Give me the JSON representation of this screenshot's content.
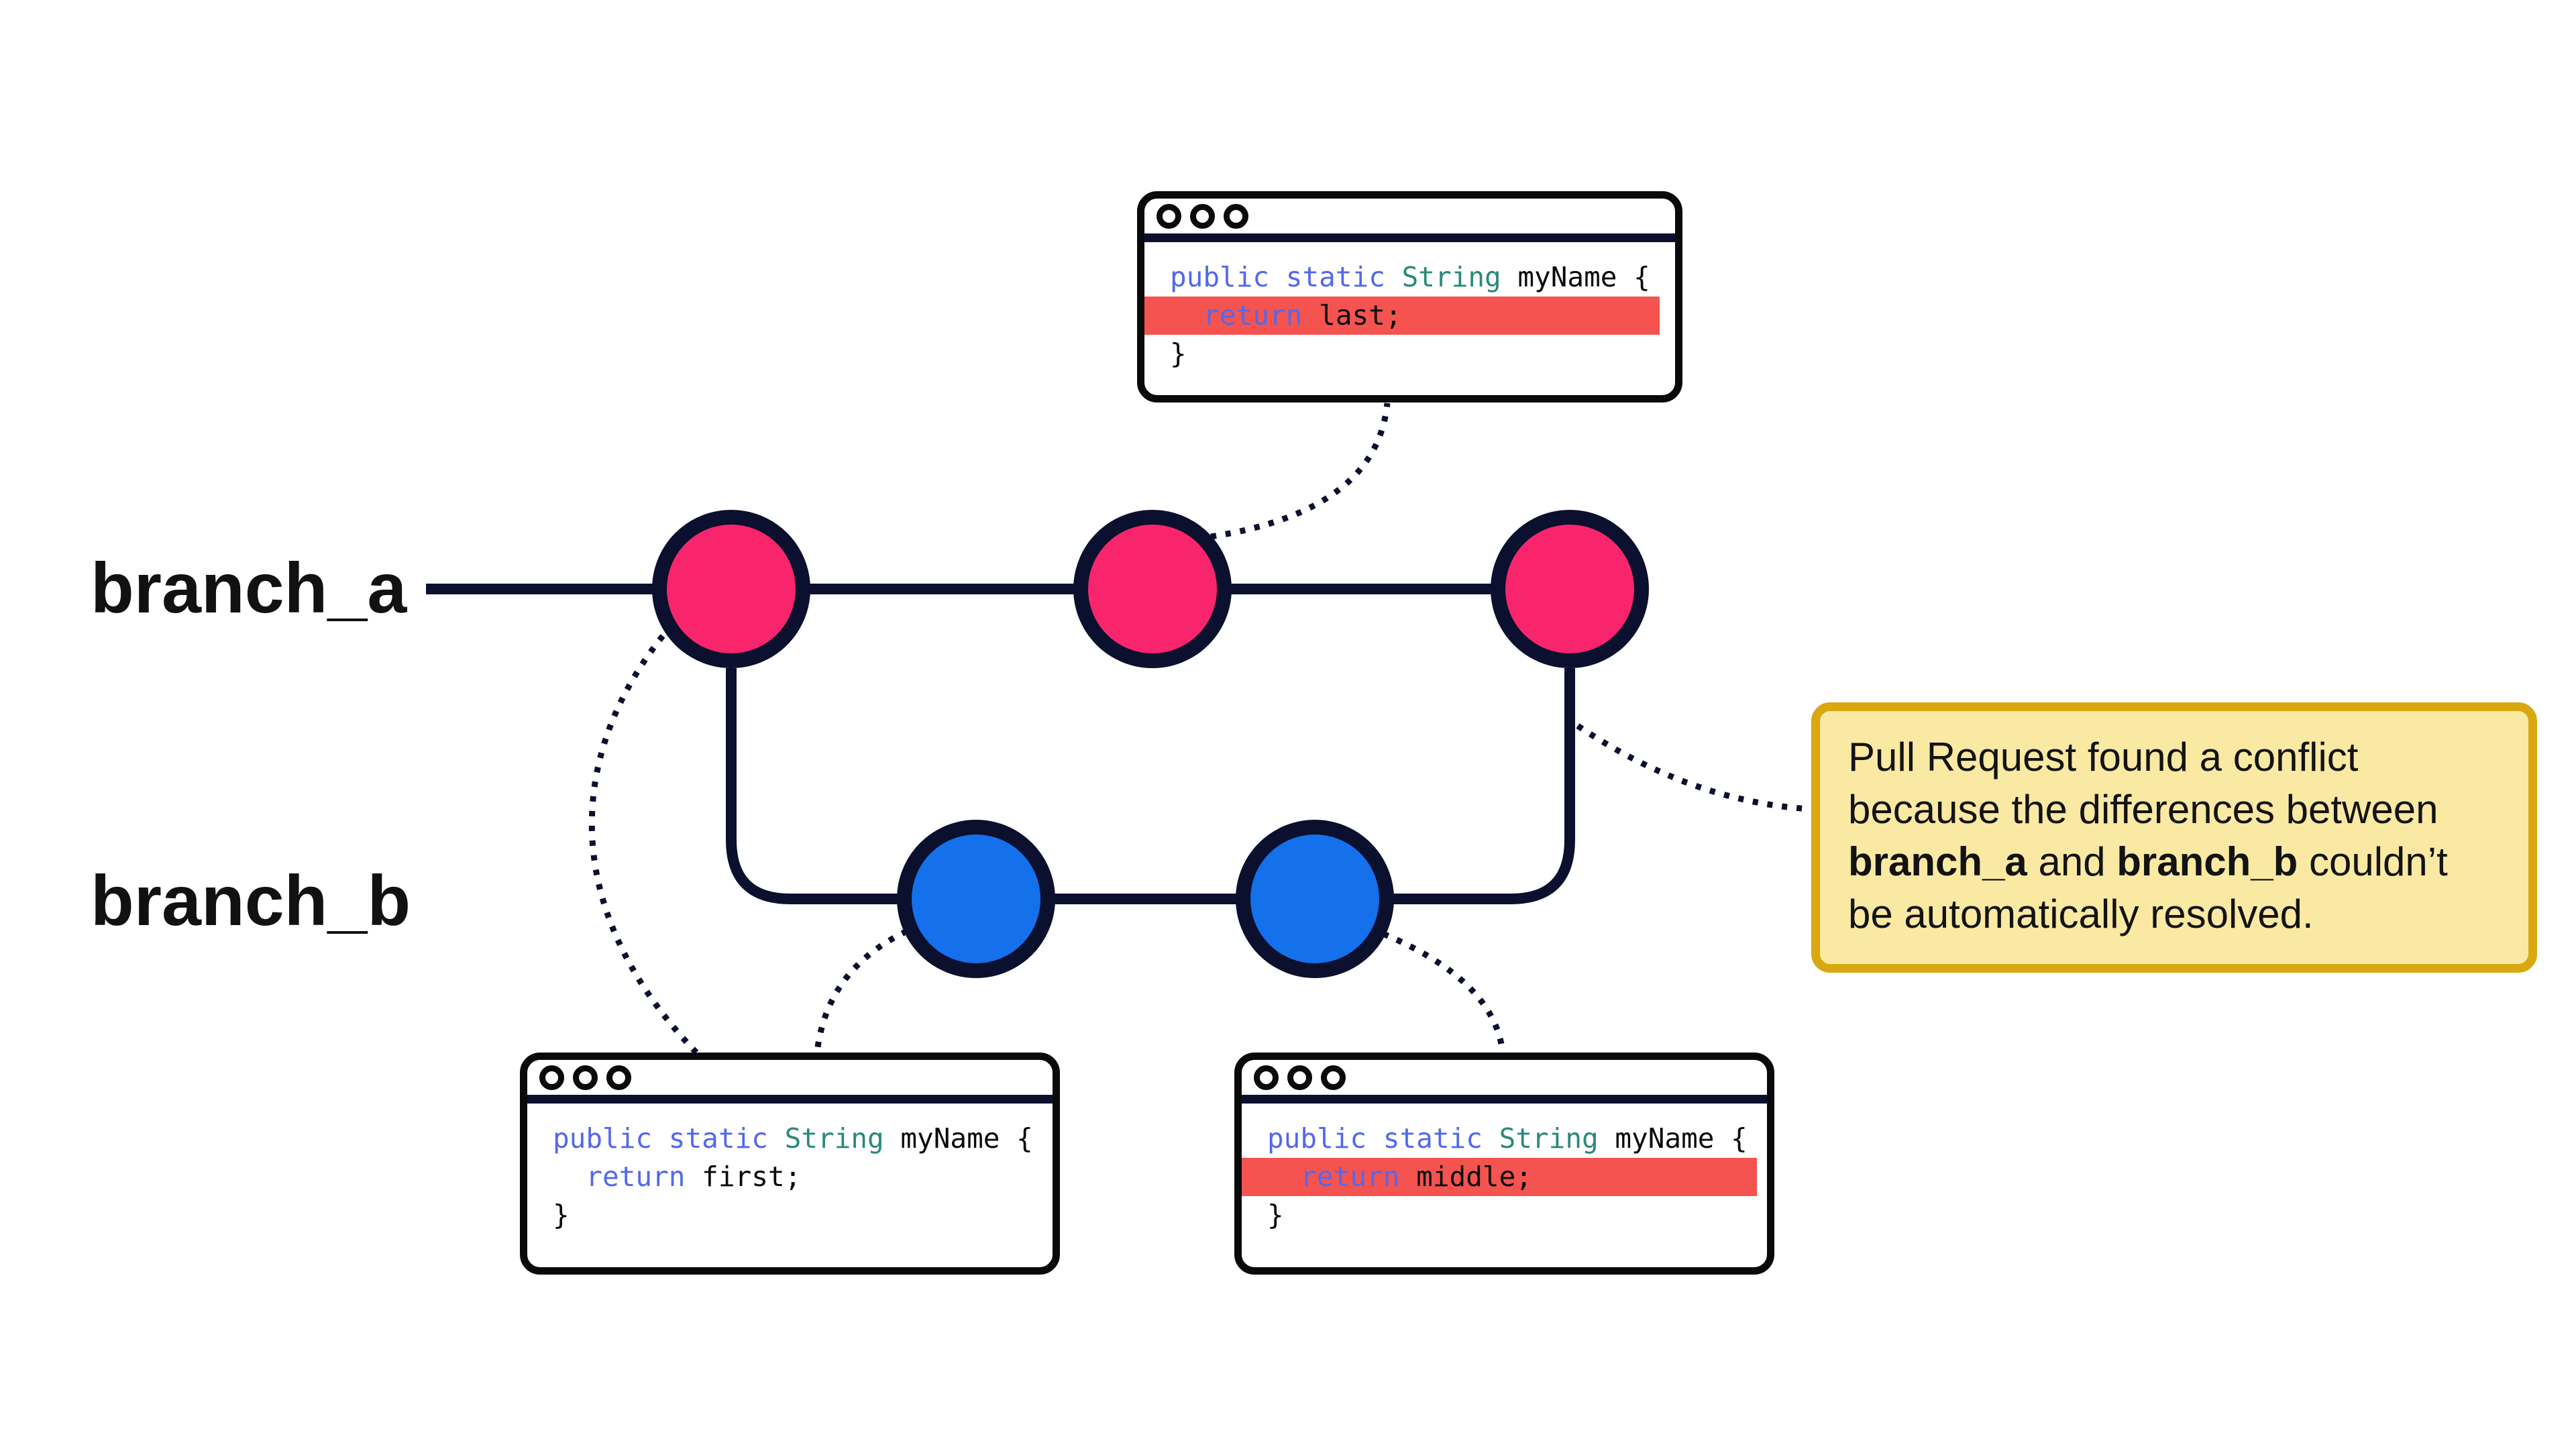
{
  "colors": {
    "navy": "#0A102E",
    "pink": "#F9256C",
    "blue": "#1470EB",
    "window-border": "#0A0A0A",
    "hl": "#F4534F",
    "kw": "#5368EC",
    "type": "#2A897D",
    "code-plain": "#0A0A0A",
    "callout-bg": "#FAE9A2",
    "callout-border": "#D9A811",
    "text": "#111111"
  },
  "branches": [
    {
      "label": "branch_a",
      "commit_color": "#F9256C",
      "commit_count": 3
    },
    {
      "label": "branch_b",
      "commit_color": "#1470EB",
      "commit_count": 2
    }
  ],
  "windows": [
    {
      "id": "code-window-branch-a-tip",
      "traffic_light_dots": 3,
      "lines": [
        {
          "highlight": false,
          "segments": [
            {
              "text": "public static ",
              "token": "keyword"
            },
            {
              "text": "String",
              "token": "type"
            },
            {
              "text": " myName {",
              "token": "plain"
            }
          ]
        },
        {
          "highlight": true,
          "segments": [
            {
              "text": "  return",
              "token": "keyword"
            },
            {
              "text": " last;",
              "token": "plain"
            }
          ]
        },
        {
          "highlight": false,
          "segments": [
            {
              "text": "}",
              "token": "plain"
            }
          ]
        }
      ]
    },
    {
      "id": "code-window-common-ancestor",
      "traffic_light_dots": 3,
      "lines": [
        {
          "highlight": false,
          "segments": [
            {
              "text": "public static ",
              "token": "keyword"
            },
            {
              "text": "String",
              "token": "type"
            },
            {
              "text": " myName {",
              "token": "plain"
            }
          ]
        },
        {
          "highlight": false,
          "segments": [
            {
              "text": "  return",
              "token": "keyword"
            },
            {
              "text": " first;",
              "token": "plain"
            }
          ]
        },
        {
          "highlight": false,
          "segments": [
            {
              "text": "}",
              "token": "plain"
            }
          ]
        }
      ]
    },
    {
      "id": "code-window-branch-b-tip",
      "traffic_light_dots": 3,
      "lines": [
        {
          "highlight": false,
          "segments": [
            {
              "text": "public static ",
              "token": "keyword"
            },
            {
              "text": "String",
              "token": "type"
            },
            {
              "text": " myName {",
              "token": "plain"
            }
          ]
        },
        {
          "highlight": true,
          "segments": [
            {
              "text": "  return",
              "token": "keyword"
            },
            {
              "text": " middle;",
              "token": "plain"
            }
          ]
        },
        {
          "highlight": false,
          "segments": [
            {
              "text": "}",
              "token": "plain"
            }
          ]
        }
      ]
    }
  ],
  "callout": {
    "lines": [
      [
        {
          "text": "Pull Request found a conflict"
        }
      ],
      [
        {
          "text": "because the differences between"
        }
      ],
      [
        {
          "text": "branch_a",
          "bold": true
        },
        {
          "text": " and "
        },
        {
          "text": "branch_b",
          "bold": true
        },
        {
          "text": " couldn’t"
        }
      ],
      [
        {
          "text": "be automatically resolved."
        }
      ]
    ]
  }
}
